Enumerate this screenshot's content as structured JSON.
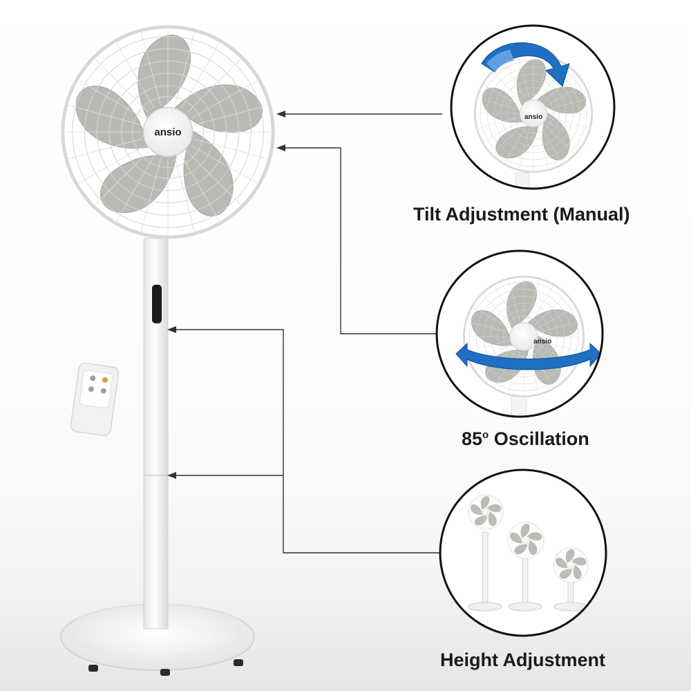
{
  "brand": {
    "logo_text": "ansio"
  },
  "features": [
    {
      "caption": "Tilt Adjustment (Manual)",
      "icon": "tilt-arrow-icon"
    },
    {
      "caption_value": "85",
      "caption_degree": "o",
      "caption_suffix": " Oscillation",
      "icon": "oscillation-arrow-icon"
    },
    {
      "caption": "Height Adjustment",
      "icon": "height-stages-icon"
    }
  ],
  "colors": {
    "fan_body": "#ffffff",
    "blade": "#b8bab3",
    "arrow_blue": "#1f6fc2",
    "callout_line": "#333333",
    "circle_border": "#111111"
  },
  "remote_icons": [
    "power-button-icon",
    "mode-button-icon",
    "timer-button-icon",
    "speed-button-icon"
  ]
}
